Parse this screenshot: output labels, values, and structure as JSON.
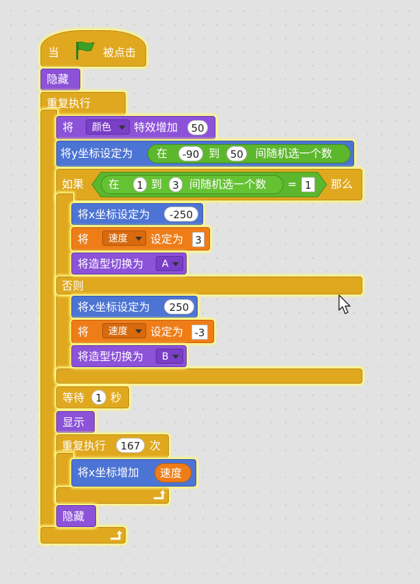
{
  "script": {
    "hat": {
      "when": "当",
      "clicked": "被点击"
    },
    "hide1": "隐藏",
    "forever": "重复执行",
    "effect": {
      "prefix": "将",
      "effect_name": "颜色",
      "suffix": "特效增加",
      "value": "50"
    },
    "set_y": {
      "label": "将y坐标设定为",
      "rand_in": "在",
      "from": "-90",
      "to_word": "到",
      "to": "50",
      "rand_end": "间随机选一个数"
    },
    "if_else": {
      "if_label": "如果",
      "rand_in": "在",
      "from": "1",
      "to_word": "到",
      "to": "3",
      "rand_end": "间随机选一个数",
      "equals": "=",
      "compare_value": "1",
      "then_label": "那么",
      "else_label": "否则"
    },
    "then_branch": {
      "set_x_label": "将x坐标设定为",
      "set_x_value": "-250",
      "set_var_prefix": "将",
      "var_name": "速度",
      "set_var_mid": "设定为",
      "set_var_value": "3",
      "costume_label": "将造型切换为",
      "costume_value": "A"
    },
    "else_branch": {
      "set_x_label": "将x坐标设定为",
      "set_x_value": "250",
      "set_var_prefix": "将",
      "var_name": "速度",
      "set_var_mid": "设定为",
      "set_var_value": "-3",
      "costume_label": "将造型切换为",
      "costume_value": "B"
    },
    "wait": {
      "label": "等待",
      "value": "1",
      "unit": "秒"
    },
    "show": "显示",
    "repeat": {
      "label": "重复执行",
      "value": "167",
      "unit": "次"
    },
    "change_x": {
      "label": "将x坐标增加",
      "reporter": "速度"
    },
    "hide2": "隐藏"
  },
  "colors": {
    "control": "#e0a81f",
    "looks": "#8c52d8",
    "motion": "#4c74d4",
    "data": "#ee7d18",
    "operators": "#5cb72d",
    "flag": "#3aa229"
  },
  "icons": [
    "green-flag-icon",
    "loop-arrow-icon",
    "dropdown-arrow-icon",
    "mouse-cursor-icon"
  ]
}
